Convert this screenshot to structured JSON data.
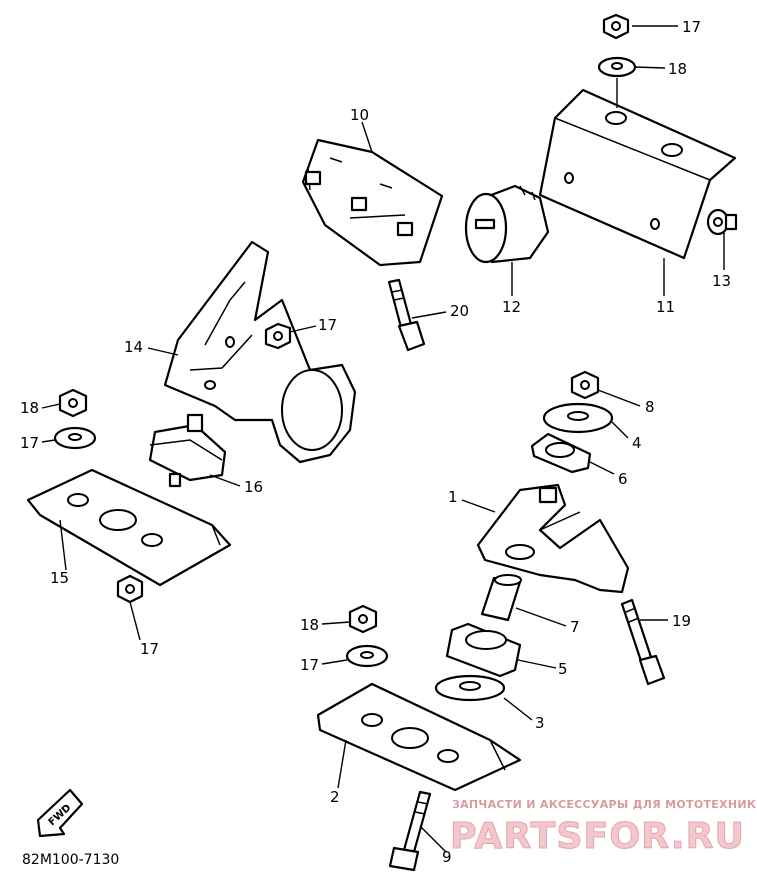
{
  "diagram": {
    "part_code": "82M100-7130",
    "fwd_label": "FWD",
    "watermark": {
      "subtitle": "ЗАПЧАСТИ И АКСЕССУАРЫ ДЛЯ МОТОТЕХНИКИ",
      "brand": "PARTSFOR.RU"
    },
    "callouts": [
      {
        "id": "c1",
        "label": "1"
      },
      {
        "id": "c2",
        "label": "2"
      },
      {
        "id": "c3",
        "label": "3"
      },
      {
        "id": "c4",
        "label": "4"
      },
      {
        "id": "c5",
        "label": "5"
      },
      {
        "id": "c6",
        "label": "6"
      },
      {
        "id": "c7",
        "label": "7"
      },
      {
        "id": "c8",
        "label": "8"
      },
      {
        "id": "c9",
        "label": "9"
      },
      {
        "id": "c10",
        "label": "10"
      },
      {
        "id": "c11",
        "label": "11"
      },
      {
        "id": "c12",
        "label": "12"
      },
      {
        "id": "c13",
        "label": "13"
      },
      {
        "id": "c14",
        "label": "14"
      },
      {
        "id": "c15",
        "label": "15"
      },
      {
        "id": "c16",
        "label": "16"
      },
      {
        "id": "c17a",
        "label": "17"
      },
      {
        "id": "c18a",
        "label": "18"
      },
      {
        "id": "c17b",
        "label": "17"
      },
      {
        "id": "c17c",
        "label": "17"
      },
      {
        "id": "c18b",
        "label": "18"
      },
      {
        "id": "c17d",
        "label": "17"
      },
      {
        "id": "c17e",
        "label": "17"
      },
      {
        "id": "c18c",
        "label": "18"
      },
      {
        "id": "c19",
        "label": "19"
      },
      {
        "id": "c20",
        "label": "20"
      }
    ]
  }
}
